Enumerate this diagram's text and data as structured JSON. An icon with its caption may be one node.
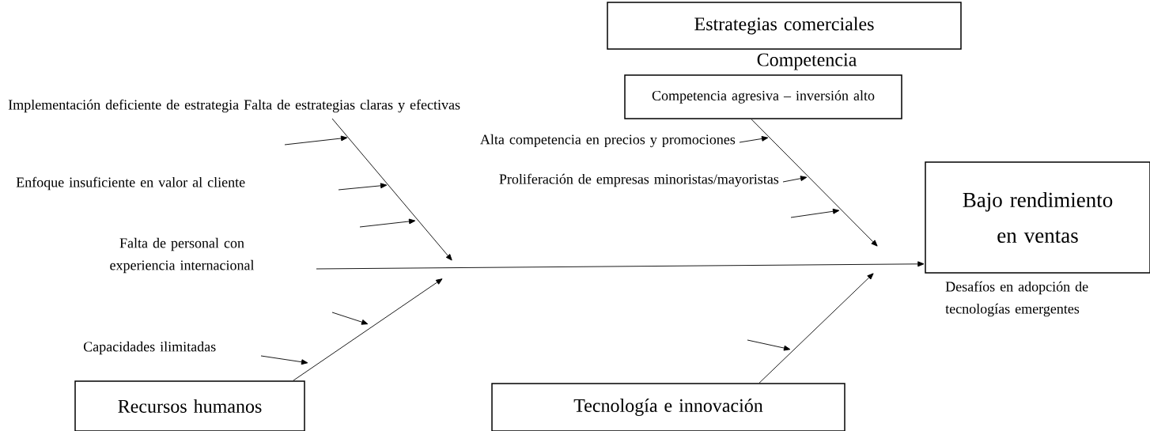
{
  "diagram": {
    "nodes": [
      {
        "text": [
          "Estrategias comerciales"
        ]
      },
      {
        "text": [
          "Competencia",
          "Competencia agresiva – inversión alto"
        ]
      },
      {
        "text": [
          "Bajo rendimiento en ventas"
        ],
        "beside": [
          "Desafíos en adopción de tecnologías emergentes"
        ]
      },
      {
        "text": [
          "Recursos humanos"
        ]
      },
      {
        "text": [
          "Tecnología e innovación"
        ]
      }
    ],
    "edges": [
      {
        "from": null,
        "to": 2,
        "arrow": "to"
      },
      {
        "from": 1,
        "to": null,
        "arrow": "to"
      },
      {
        "from": 3,
        "to": null,
        "arrow": "to"
      },
      {
        "from": 4,
        "to": null,
        "arrow": "to"
      }
    ],
    "labels": [
      "Implementación deficiente de estrategia Falta de estrategias claras y efectivas",
      "Alta competencia en precios y promociones",
      "Proliferación de empresas minoristas/mayoristas",
      "Enfoque insuficiente en valor al cliente",
      "Falta de personal con experiencia internacional",
      "Capacidades ilimitadas"
    ]
  }
}
